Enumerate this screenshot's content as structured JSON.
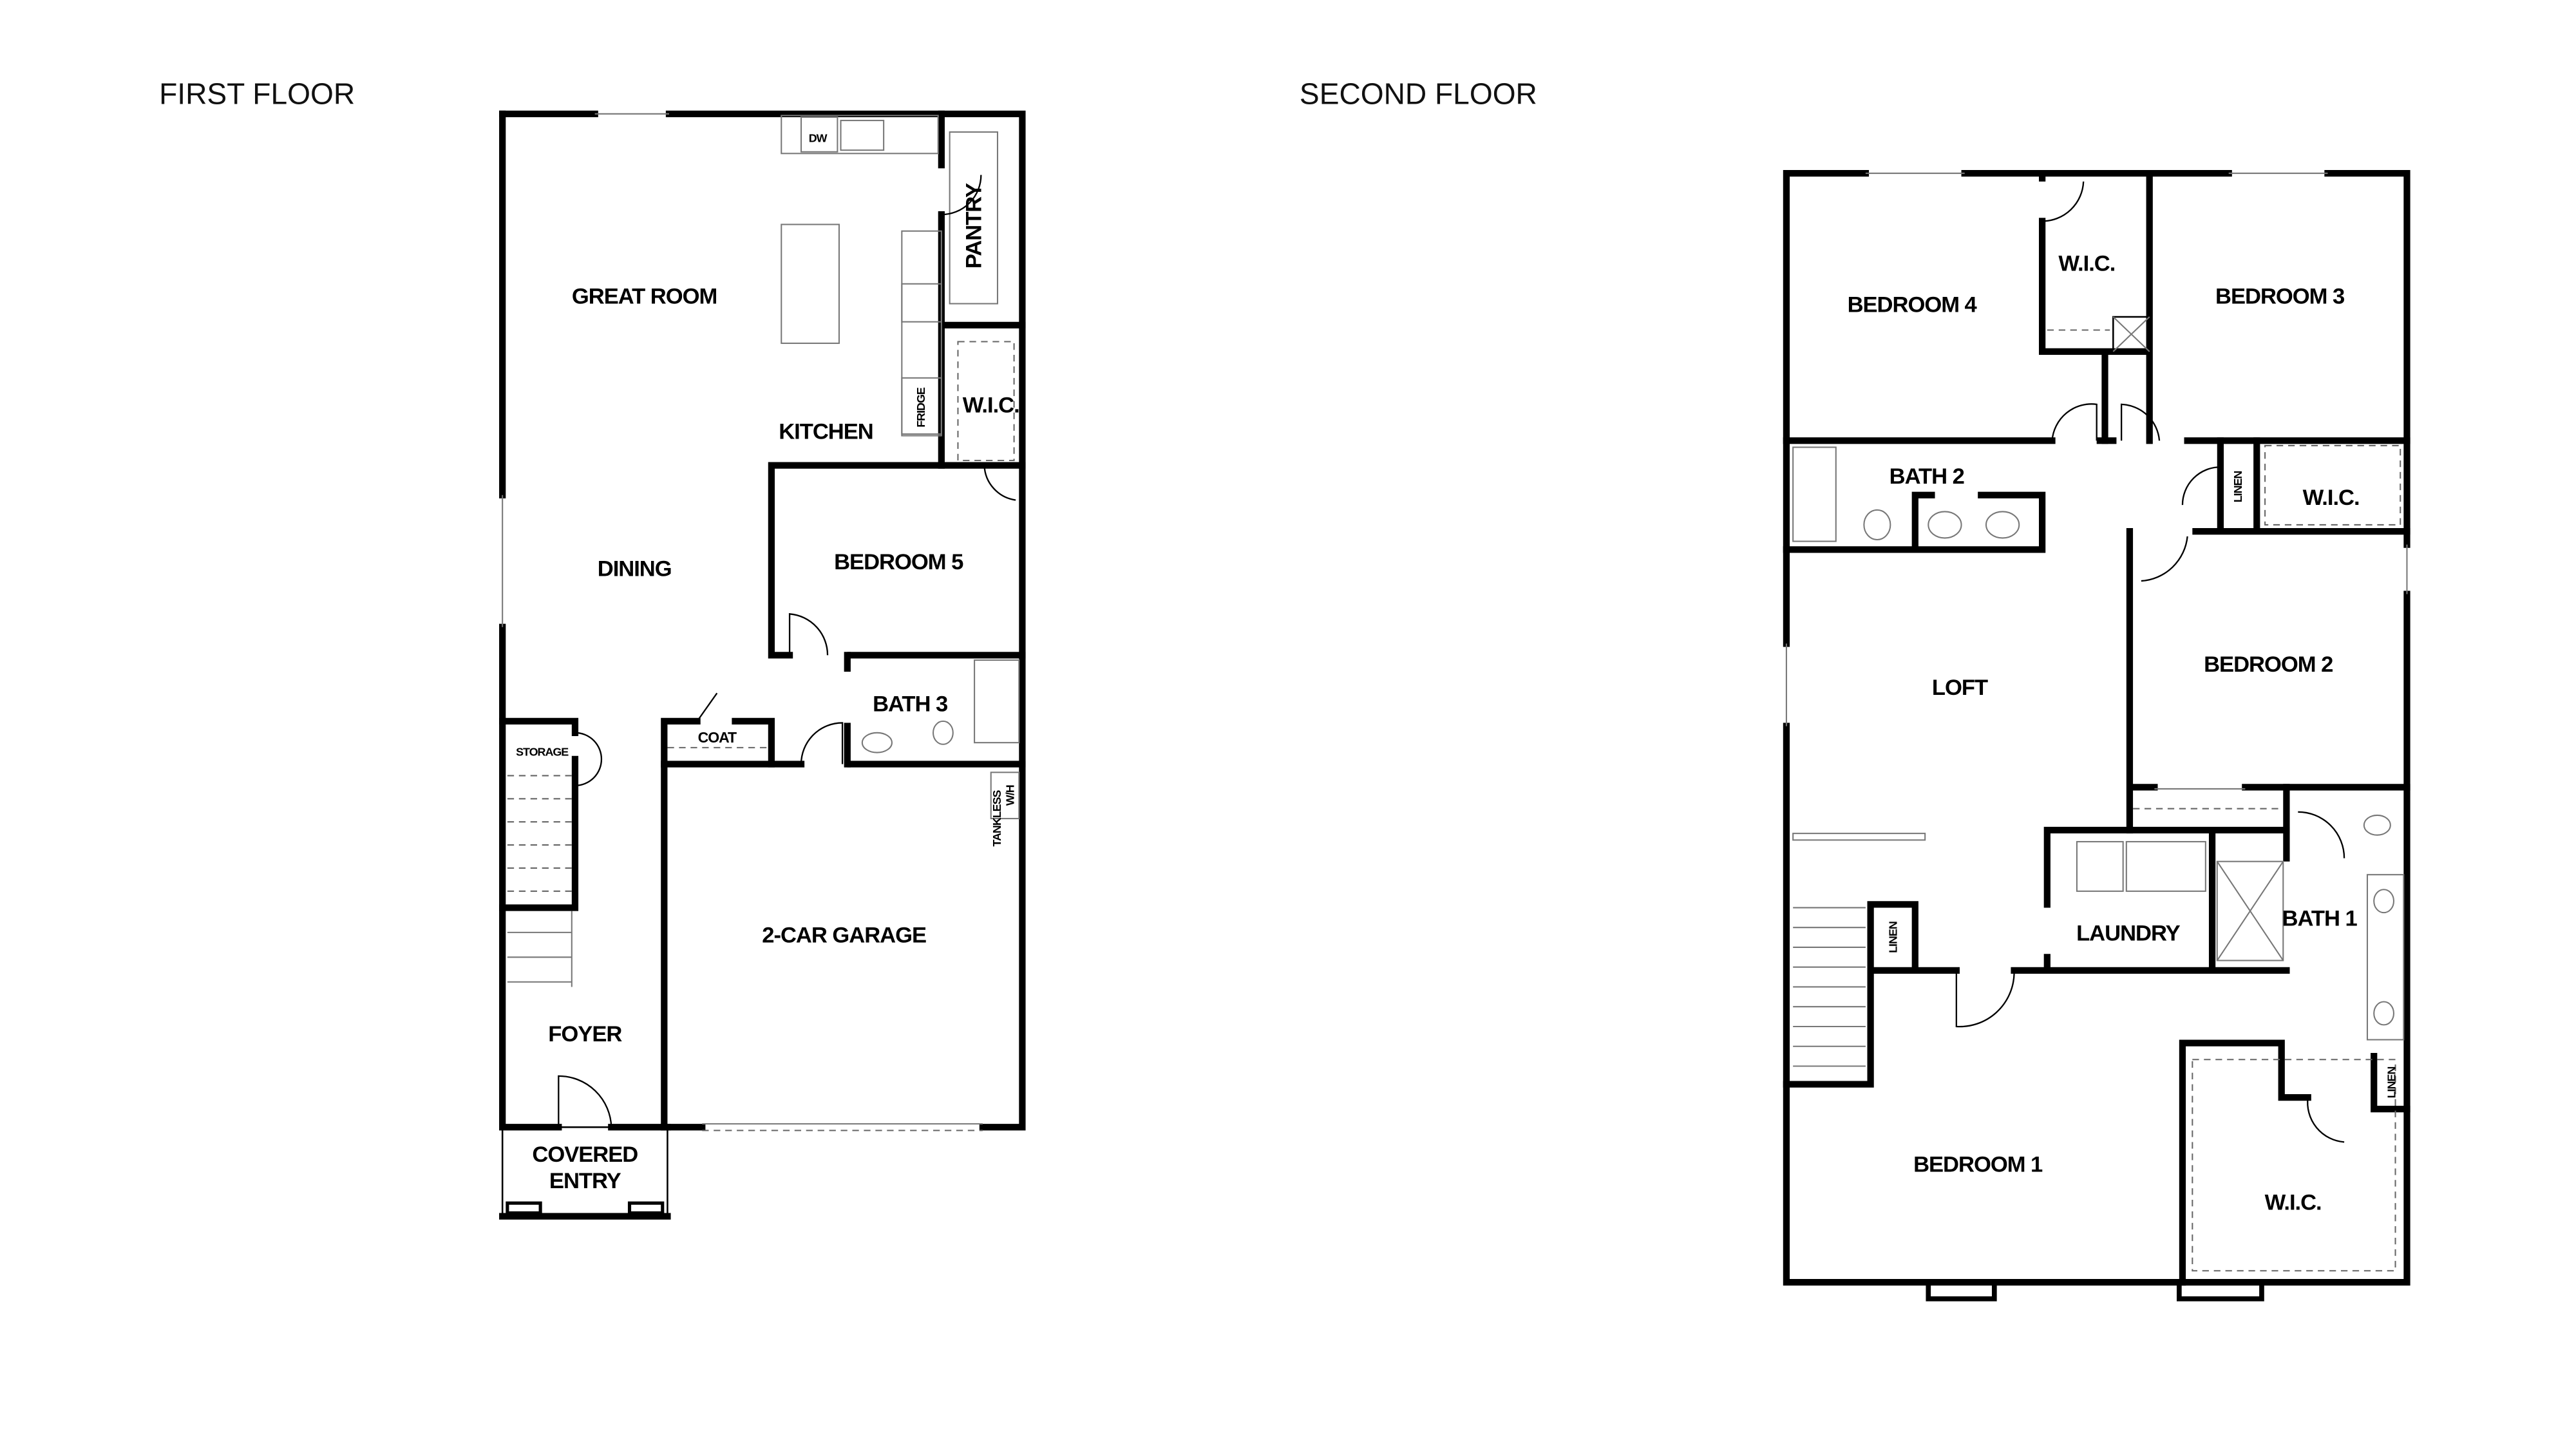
{
  "floors": [
    {
      "title": "FIRST FLOOR",
      "rooms": {
        "great_room": "GREAT ROOM",
        "kitchen": "KITCHEN",
        "pantry": "PANTRY",
        "wic": "W.I.C.",
        "dining": "DINING",
        "bedroom5": "BEDROOM 5",
        "bath3": "BATH 3",
        "coat": "COAT",
        "storage": "STORAGE",
        "garage": "2-CAR GARAGE",
        "foyer": "FOYER",
        "covered_entry_1": "COVERED",
        "covered_entry_2": "ENTRY"
      },
      "fixtures": {
        "dw": "DW",
        "fridge": "FRIDGE",
        "water_heater_1": "TANKLESS",
        "water_heater_2": "W/H"
      }
    },
    {
      "title": "SECOND FLOOR",
      "rooms": {
        "bedroom4": "BEDROOM 4",
        "wic_top": "W.I.C.",
        "bedroom3": "BEDROOM 3",
        "bath2": "BATH 2",
        "linen_top": "LINEN",
        "wic_right": "W.I.C.",
        "loft": "LOFT",
        "bedroom2": "BEDROOM 2",
        "laundry": "LAUNDRY",
        "bath1": "BATH 1",
        "linen_stair": "LINEN",
        "linen_bath1": "LINEN",
        "bedroom1": "BEDROOM 1",
        "wic_master": "W.I.C."
      }
    }
  ],
  "colors": {
    "walls": "#000000",
    "background": "#ffffff"
  }
}
